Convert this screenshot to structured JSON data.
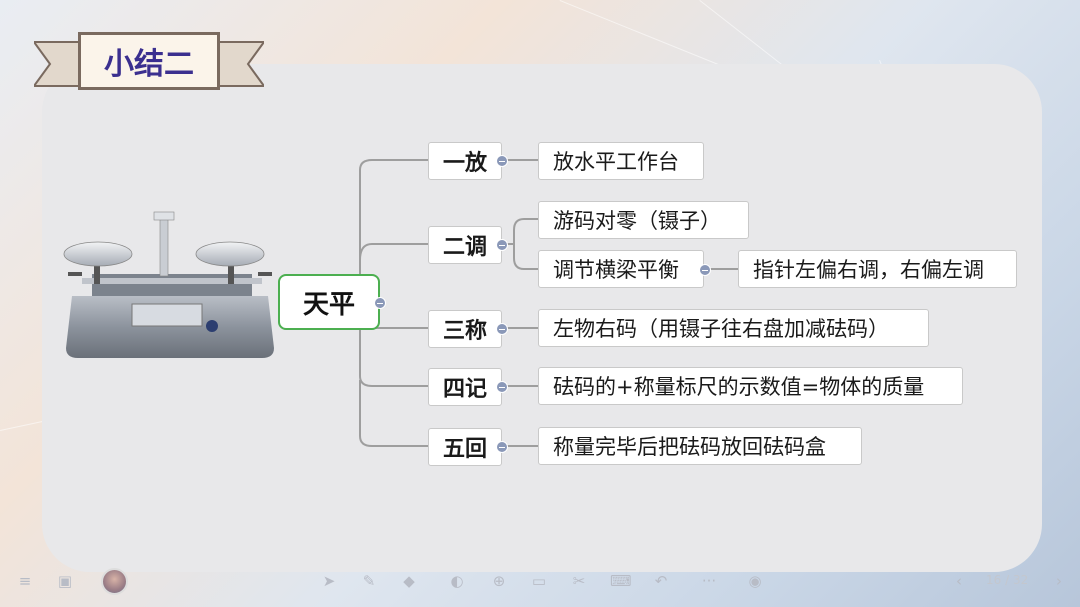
{
  "slide": {
    "title": "小结二",
    "root": "天平",
    "branches": [
      {
        "label": "一放",
        "children": [
          {
            "label": "放水平工作台",
            "children": []
          }
        ]
      },
      {
        "label": "二调",
        "children": [
          {
            "label": "游码对零（镊子）",
            "children": []
          },
          {
            "label": "调节横梁平衡",
            "children": [
              {
                "label": "指针左偏右调，右偏左调"
              }
            ]
          }
        ]
      },
      {
        "label": "三称",
        "children": [
          {
            "label": "左物右码（用镊子往右盘加减砝码）",
            "children": []
          }
        ]
      },
      {
        "label": "四记",
        "children": [
          {
            "label": "砝码的+称量标尺的示数值=物体的质量",
            "children": []
          }
        ]
      },
      {
        "label": "五回",
        "children": [
          {
            "label": "称量完毕后把砝码放回砝码盒",
            "children": []
          }
        ]
      }
    ]
  },
  "toolbar": {
    "page_indicator": "16 / 32",
    "icons": [
      "menu-icon",
      "board-icon",
      "pointer-icon",
      "pen-icon",
      "eraser-icon",
      "shapes-icon",
      "zoom-icon",
      "screen-icon",
      "scissors-icon",
      "keyboard-icon",
      "undo-icon",
      "more-icon",
      "camera-icon"
    ]
  },
  "colors": {
    "root_border": "#4caf50",
    "title_text": "#3b2f8f",
    "connector": "#9e9e9e",
    "toggle": "#8a98b8"
  }
}
